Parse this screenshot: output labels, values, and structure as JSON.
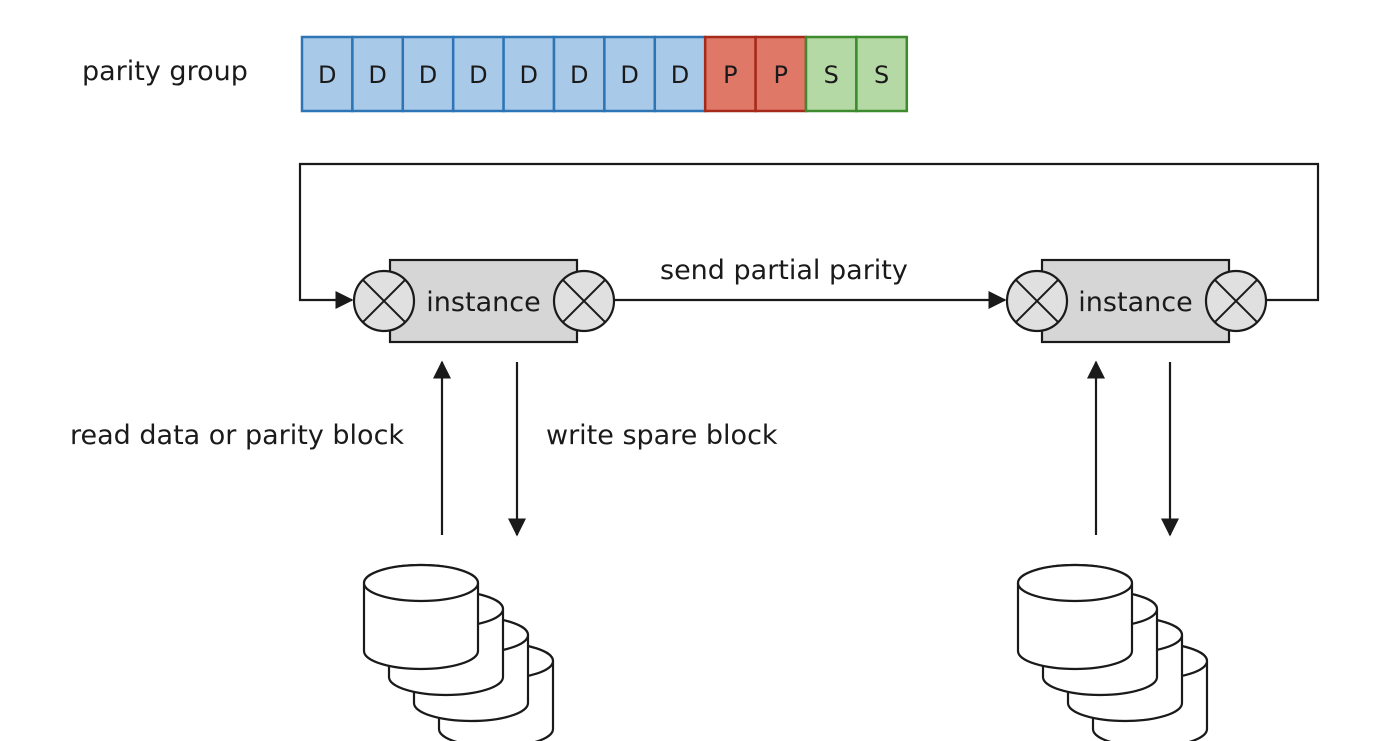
{
  "parity_group": {
    "label": "parity group",
    "blocks": [
      {
        "letter": "D",
        "kind": "data"
      },
      {
        "letter": "D",
        "kind": "data"
      },
      {
        "letter": "D",
        "kind": "data"
      },
      {
        "letter": "D",
        "kind": "data"
      },
      {
        "letter": "D",
        "kind": "data"
      },
      {
        "letter": "D",
        "kind": "data"
      },
      {
        "letter": "D",
        "kind": "data"
      },
      {
        "letter": "D",
        "kind": "data"
      },
      {
        "letter": "P",
        "kind": "parity"
      },
      {
        "letter": "P",
        "kind": "parity"
      },
      {
        "letter": "S",
        "kind": "spare"
      },
      {
        "letter": "S",
        "kind": "spare"
      }
    ]
  },
  "colors": {
    "data": {
      "fill": "#a9c9e8",
      "stroke": "#2e75b6"
    },
    "parity": {
      "fill": "#e07868",
      "stroke": "#a52a1a"
    },
    "spare": {
      "fill": "#b5d9a5",
      "stroke": "#3e8a2e"
    },
    "instance_fill": "#d6d6d6",
    "xor_fill": "#e0e0e0",
    "line": "#1a1a1a"
  },
  "instances": [
    {
      "label": "instance",
      "icon": "xor-circle-icon"
    },
    {
      "label": "instance",
      "icon": "xor-circle-icon"
    }
  ],
  "edges": {
    "send": "send partial parity",
    "read": "read data or parity block",
    "write": "write spare block"
  },
  "storage_icon": "disk-stack-icon"
}
